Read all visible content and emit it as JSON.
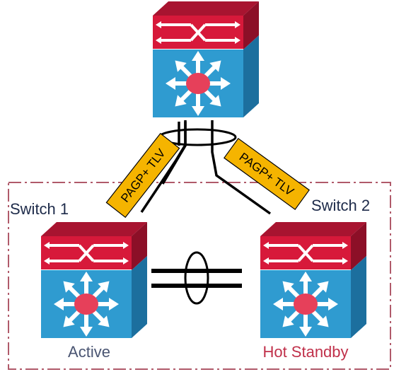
{
  "labels": {
    "switch1": "Switch 1",
    "switch2": "Switch 2",
    "status_active": "Active",
    "status_standby": "Hot Standby",
    "tag_left": "PAGP+ TLV",
    "tag_right": "PAGP+ TLV"
  },
  "colors": {
    "router_red": "#d7193a",
    "router_red_dark": "#a81430",
    "router_blue": "#2f9bd0",
    "router_blue_dark": "#1c6f9e",
    "center_pink": "#e6405a",
    "tag_fill": "#f5b400",
    "boundary": "#b05a6a",
    "active_text": "#4a5572",
    "standby_text": "#c0304a",
    "link": "#000000"
  },
  "icons": {
    "device": "layer3-switch-icon"
  }
}
